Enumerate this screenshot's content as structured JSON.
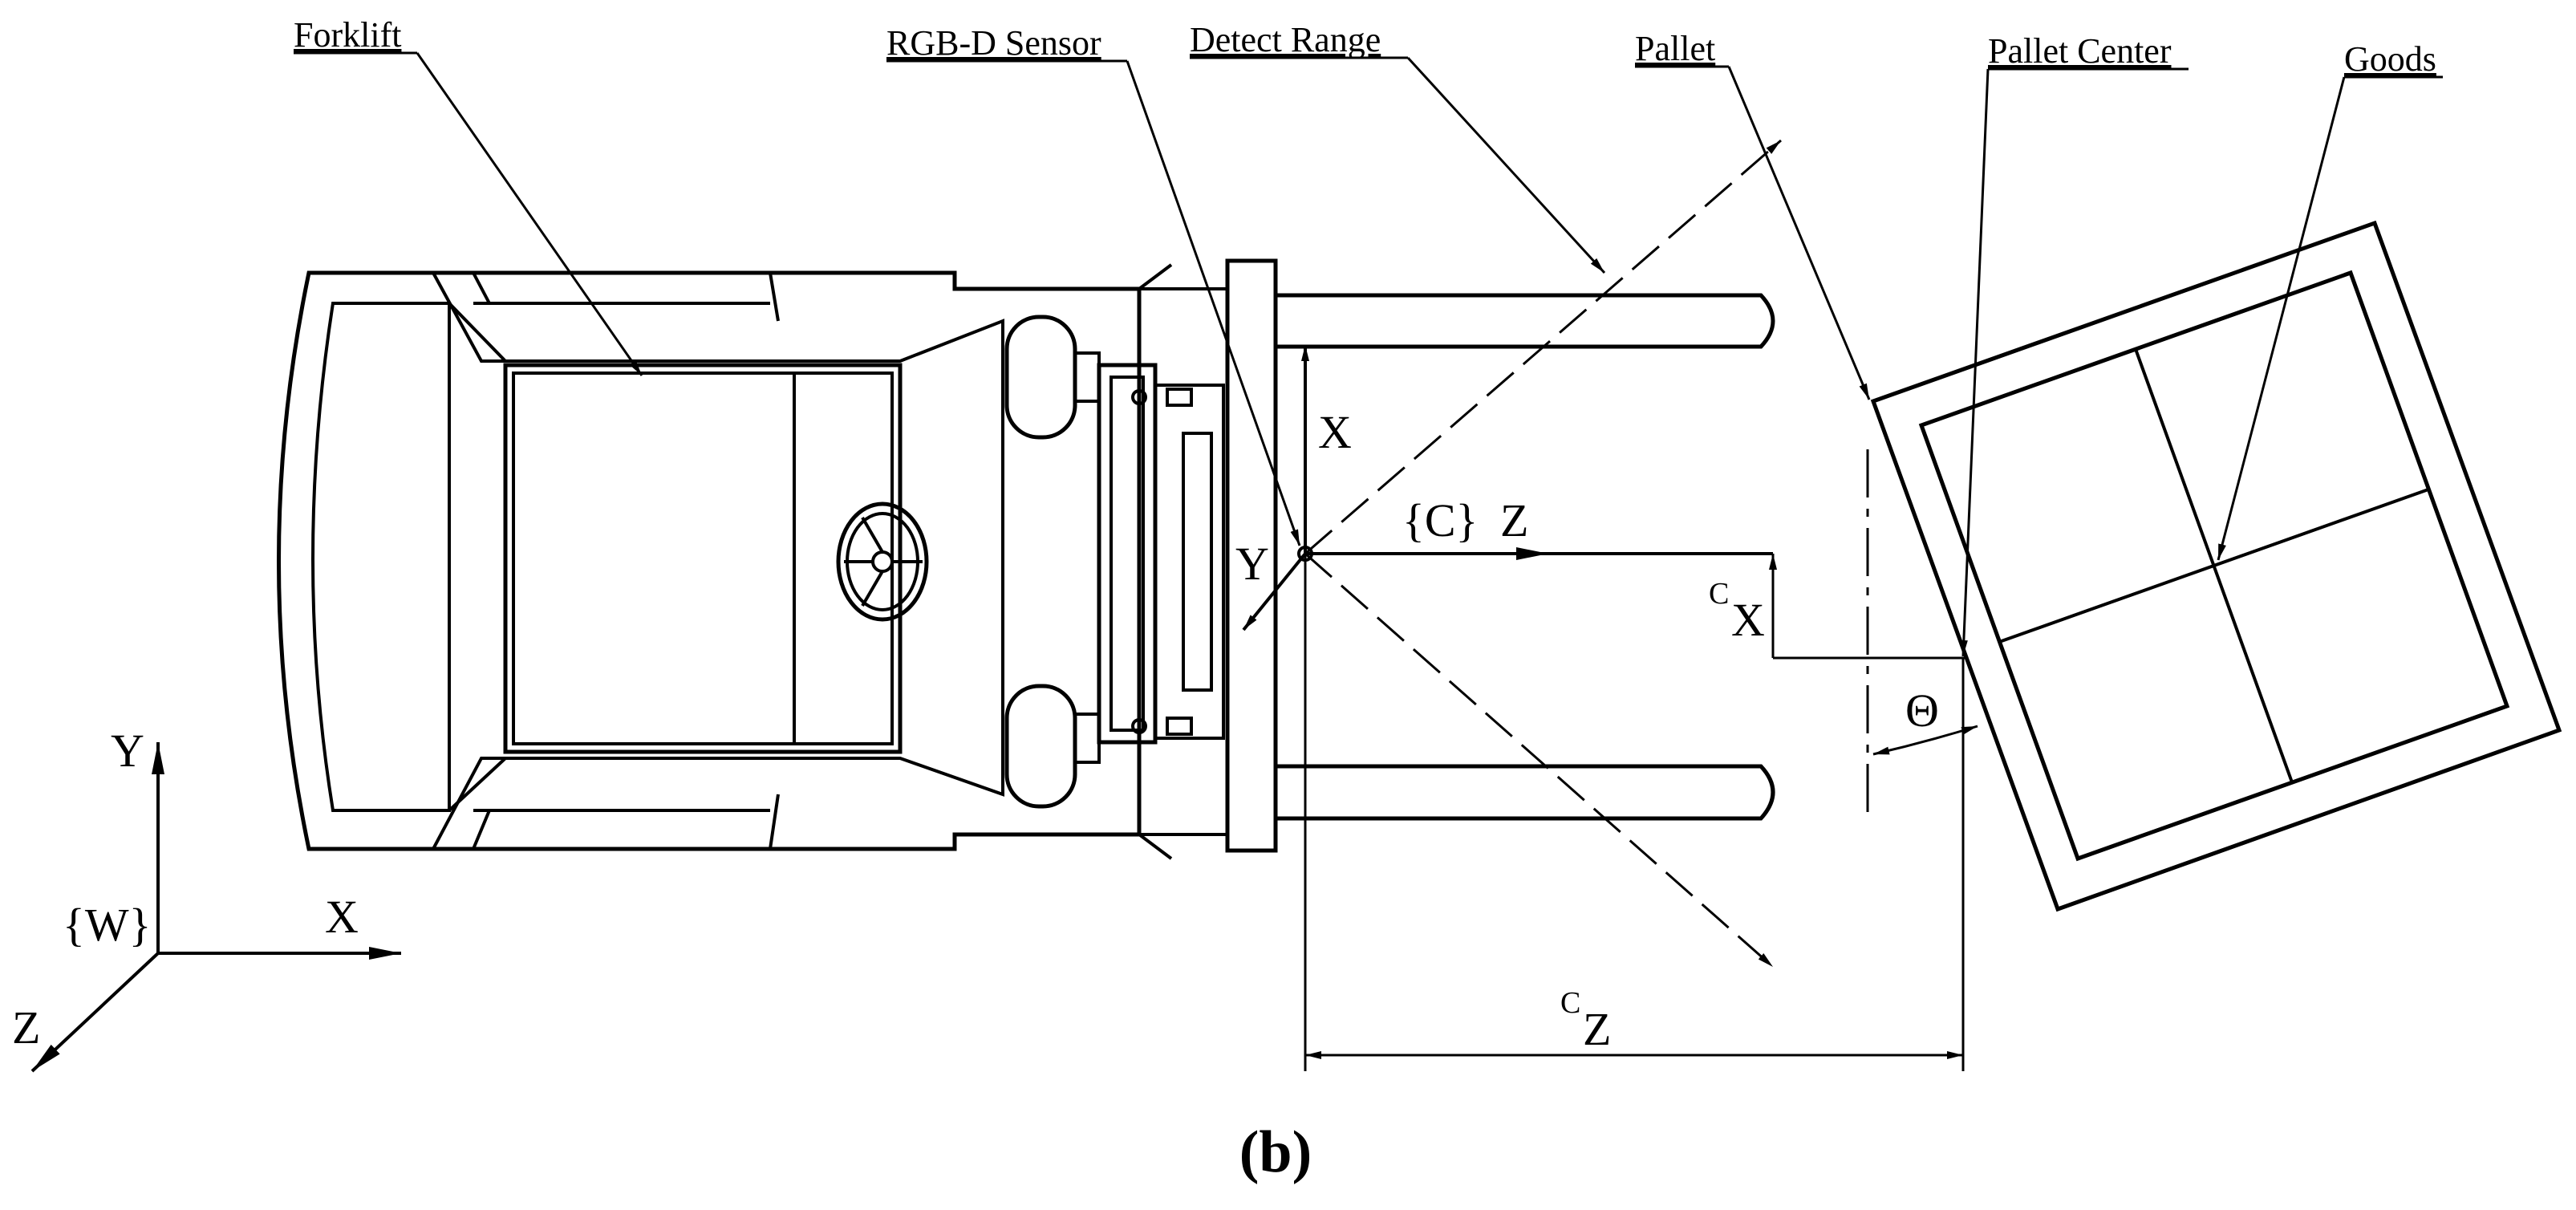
{
  "labels": {
    "forklift": "Forklift",
    "rgbd_sensor": "RGB-D Sensor",
    "detect_range": "Detect Range",
    "pallet": "Pallet",
    "pallet_center": "Pallet Center",
    "goods": "Goods"
  },
  "camera_frame": {
    "name": "{C}",
    "x_axis": "X",
    "y_axis": "Y",
    "z_axis": "Z"
  },
  "world_frame": {
    "name": "{W}",
    "x_axis": "X",
    "y_axis": "Y",
    "z_axis": "Z"
  },
  "dimensions": {
    "cx_sup": "C",
    "cx_main": "X",
    "cz_sup": "C",
    "cz_main": "Z",
    "theta": "Θ"
  },
  "caption": "(b)"
}
